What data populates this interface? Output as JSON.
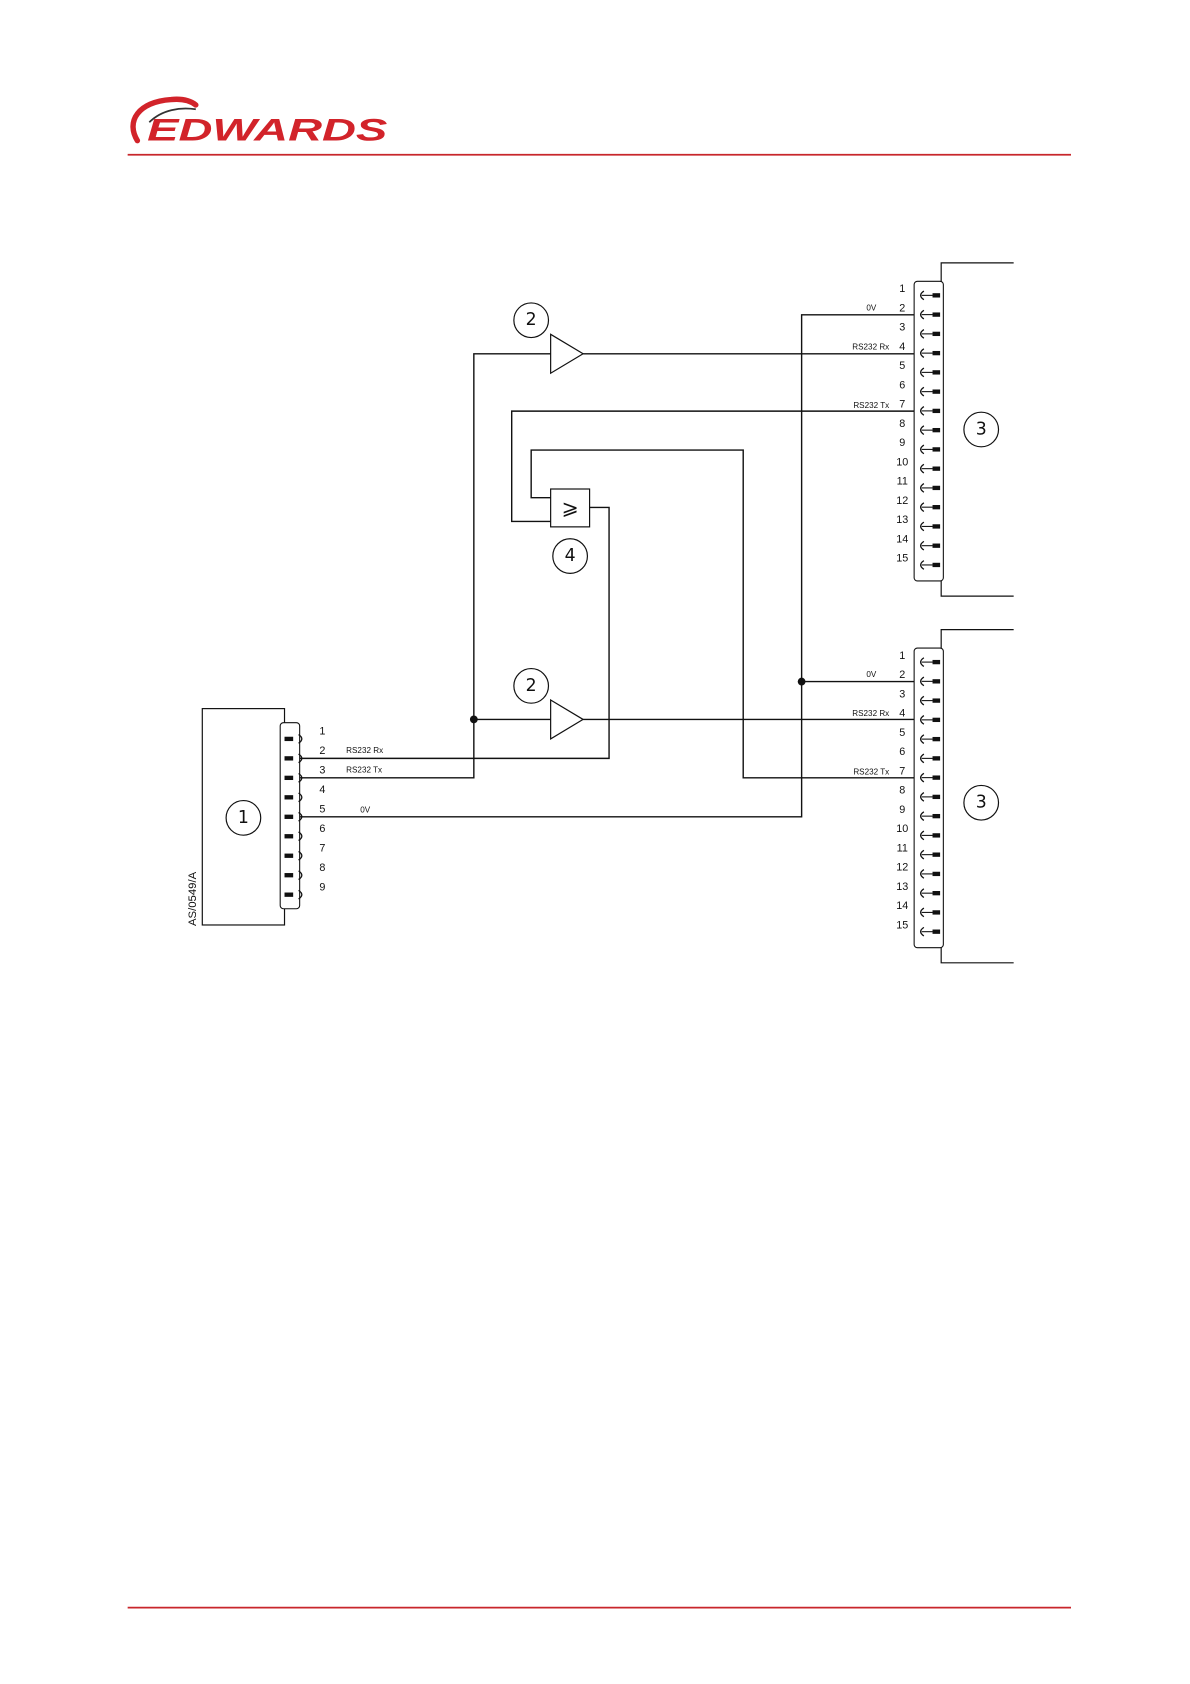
{
  "page": {
    "brand_color": "#d2232a",
    "rule_color": "#c8262b"
  },
  "header": {
    "logo_text": "EDWARDS",
    "logo_icon": "edwards-swoosh-logo"
  },
  "diagram": {
    "drawing_ref": "AS/0549/A",
    "connector_1": {
      "callout": "1",
      "pins": [
        "1",
        "2",
        "3",
        "4",
        "5",
        "6",
        "7",
        "8",
        "9"
      ],
      "rx_label": "RS232 Rx",
      "tx_label": "RS232 Tx",
      "zero_v_label": "0V"
    },
    "amplifier_top": {
      "callout": "2"
    },
    "amplifier_bottom": {
      "callout": "2"
    },
    "gate": {
      "callout": "4",
      "symbol": "⩾"
    },
    "connector_3_top": {
      "callout": "3",
      "pins": [
        "1",
        "2",
        "3",
        "4",
        "5",
        "6",
        "7",
        "8",
        "9",
        "10",
        "11",
        "12",
        "13",
        "14",
        "15"
      ],
      "zero_v_label": "0V",
      "rx_label": "RS232 Rx",
      "tx_label": "RS232 Tx"
    },
    "connector_3_bottom": {
      "callout": "3",
      "pins": [
        "1",
        "2",
        "3",
        "4",
        "5",
        "6",
        "7",
        "8",
        "9",
        "10",
        "11",
        "12",
        "13",
        "14",
        "15"
      ],
      "zero_v_label": "0V",
      "rx_label": "RS232 Rx",
      "tx_label": "RS232 Tx"
    }
  }
}
